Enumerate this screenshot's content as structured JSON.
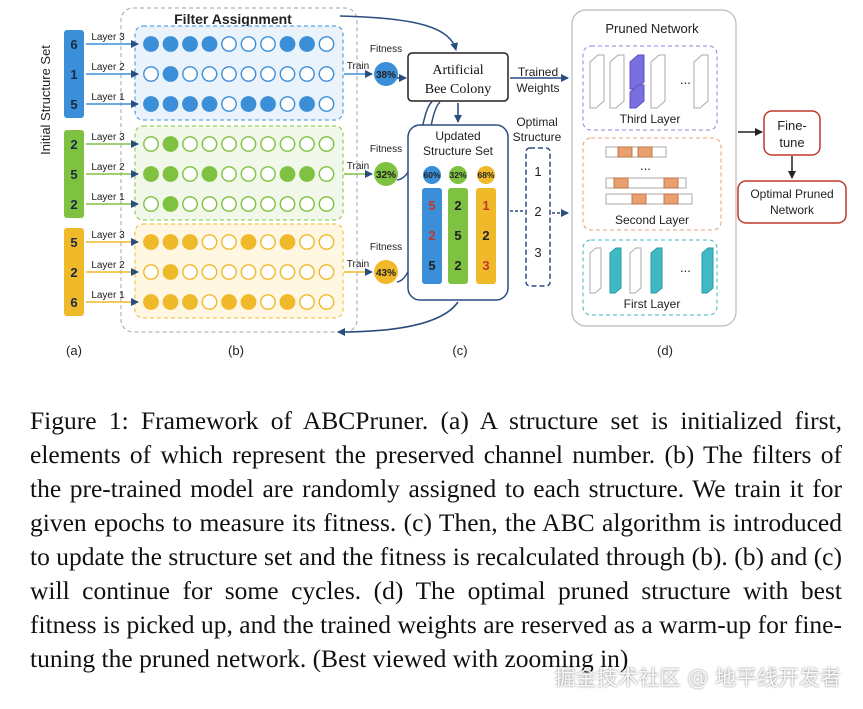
{
  "figure": {
    "initial_structure_set_label": "Initial Structure Set",
    "filter_assignment_title": "Filter Assignment",
    "layer_labels": [
      "Layer 3",
      "Layer 2",
      "Layer 1"
    ],
    "train_label": "Train",
    "fitness_label": "Fitness",
    "groups": [
      {
        "color": "#3b8fd9",
        "light": "#eaf3fc",
        "structure": [
          "6",
          "1",
          "5"
        ],
        "fitness": "38%",
        "rows": [
          [
            1,
            1,
            1,
            1,
            0,
            0,
            0,
            1,
            1,
            0
          ],
          [
            0,
            1,
            0,
            0,
            0,
            0,
            0,
            0,
            0,
            0
          ],
          [
            1,
            1,
            1,
            1,
            0,
            1,
            1,
            0,
            1,
            0
          ]
        ]
      },
      {
        "color": "#7fc241",
        "light": "#f1f8e9",
        "structure": [
          "2",
          "5",
          "2"
        ],
        "fitness": "32%",
        "rows": [
          [
            0,
            1,
            0,
            0,
            0,
            0,
            0,
            0,
            0,
            0
          ],
          [
            1,
            1,
            0,
            1,
            0,
            0,
            0,
            1,
            1,
            0
          ],
          [
            0,
            1,
            0,
            0,
            0,
            0,
            0,
            0,
            0,
            0
          ]
        ]
      },
      {
        "color": "#f0b92a",
        "light": "#fff7e2",
        "structure": [
          "5",
          "2",
          "6"
        ],
        "fitness": "43%",
        "rows": [
          [
            1,
            1,
            1,
            0,
            0,
            1,
            0,
            1,
            0,
            0
          ],
          [
            0,
            1,
            0,
            0,
            0,
            0,
            0,
            0,
            0,
            0
          ],
          [
            1,
            1,
            1,
            0,
            1,
            1,
            0,
            1,
            0,
            0
          ]
        ]
      }
    ],
    "abc_line1": "Artificial",
    "abc_line2": "Bee Colony",
    "trained_line1": "Trained",
    "trained_line2": "Weights",
    "updated_line1": "Updated",
    "updated_line2": "Structure Set",
    "updated_columns": [
      {
        "fitness": "60%",
        "values": [
          "5",
          "2",
          "5"
        ],
        "colors": [
          "#c0392b",
          "#c0392b",
          "#222222"
        ]
      },
      {
        "fitness": "32%",
        "values": [
          "2",
          "5",
          "2"
        ],
        "colors": [
          "#222222",
          "#222222",
          "#222222"
        ]
      },
      {
        "fitness": "68%",
        "values": [
          "1",
          "2",
          "3"
        ],
        "colors": [
          "#c0392b",
          "#222222",
          "#c0392b"
        ]
      }
    ],
    "optimal_line1": "Optimal",
    "optimal_line2": "Structure",
    "optimal_values": [
      "1",
      "2",
      "3"
    ],
    "pruned_network_title": "Pruned Network",
    "layer_names": [
      "Third Layer",
      "Second Layer",
      "First Layer"
    ],
    "ellipsis": "...",
    "finetune_line1": "Fine-",
    "finetune_line2": "tune",
    "optimal_pruned_line1": "Optimal Pruned",
    "optimal_pruned_line2": "Network",
    "panel_labels": [
      "(a)",
      "(b)",
      "(c)",
      "(d)"
    ],
    "colors": {
      "blue": "#3b8fd9",
      "green": "#7fc241",
      "yellow": "#f0b92a",
      "purple": "#7b6fe0",
      "orange": "#e8a070",
      "teal": "#3fb9c4",
      "red": "#c0392b",
      "navy": "#2a4d80"
    }
  },
  "caption": "Figure 1:  Framework of ABCPruner. (a) A structure set is initialized first, elements of which represent the preserved channel number. (b) The filters of the pre-trained model are randomly assigned to each structure. We train it for given epochs to measure its fitness. (c) Then, the ABC algorithm is introduced to update the structure set and the fitness is recalculated through (b). (b) and (c) will continue for some cycles. (d) The optimal pruned structure with best fitness is picked up, and the trained weights are reserved as a warm-up for fine-tuning the pruned network. (Best viewed with zooming in)",
  "watermark": "掘金技术社区 @ 地平线开发者"
}
